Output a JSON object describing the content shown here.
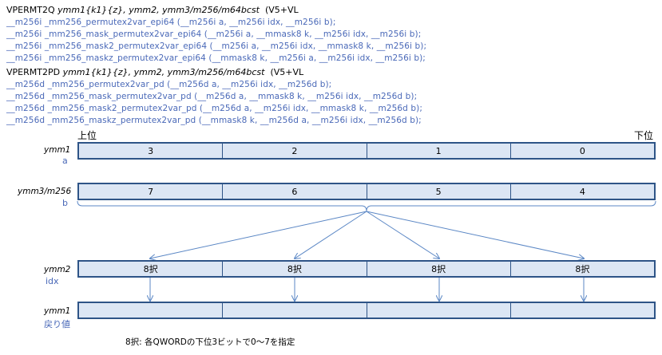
{
  "header_q": {
    "mnemonic": "VPERMT2Q",
    "operands": "ymm1{k1}{z}, ymm2, ymm3/m256/m64bcst",
    "isa": "(V5+VL",
    "intrinsics": [
      "__m256i _mm256_permutex2var_epi64 (__m256i a, __m256i idx, __m256i b);",
      "__m256i _mm256_mask_permutex2var_epi64 (__m256i a, __mmask8 k, __m256i idx, __m256i b);",
      "__m256i _mm256_mask2_permutex2var_epi64 (__m256i a, __m256i idx, __mmask8 k, __m256i b);",
      "__m256i _mm256_maskz_permutex2var_epi64 (__mmask8 k, __m256i a, __m256i idx, __m256i b);"
    ]
  },
  "header_pd": {
    "mnemonic": "VPERMT2PD",
    "operands": "ymm1{k1}{z}, ymm2, ymm3/m256/m64bcst",
    "isa": "(V5+VL",
    "intrinsics": [
      "__m256d _mm256_permutex2var_pd (__m256d a, __m256i idx, __m256d b);",
      "__m256d _mm256_mask_permutex2var_pd (__m256d a, __mmask8 k, __m256i idx, __m256d b);",
      "__m256d _mm256_mask2_permutex2var_pd (__m256d a, __m256i idx, __mmask8 k, __m256d b);",
      "__m256d _mm256_maskz_permutex2var_pd (__mmask8 k, __m256d a, __m256i idx, __m256d b);"
    ]
  },
  "labels": {
    "upper": "上位",
    "lower": "下位"
  },
  "rows": {
    "a": {
      "reg": "ymm1",
      "sub": "a",
      "cells": [
        "3",
        "2",
        "1",
        "0"
      ]
    },
    "b": {
      "reg": "ymm3/m256",
      "sub": "b",
      "cells": [
        "7",
        "6",
        "5",
        "4"
      ]
    },
    "idx": {
      "reg": "ymm2",
      "sub": "idx",
      "cells": [
        "8択",
        "8択",
        "8択",
        "8択"
      ]
    },
    "ret": {
      "reg": "ymm1",
      "sub": "戻り値",
      "cells": [
        "",
        "",
        "",
        ""
      ]
    }
  },
  "colors": {
    "border": "#2e5487",
    "fill": "#dce6f4",
    "text_blue": "#4a69b8",
    "arrow": "#5b87c5"
  },
  "note": "8択: 各QWORDの下位3ビットで0〜7を指定"
}
